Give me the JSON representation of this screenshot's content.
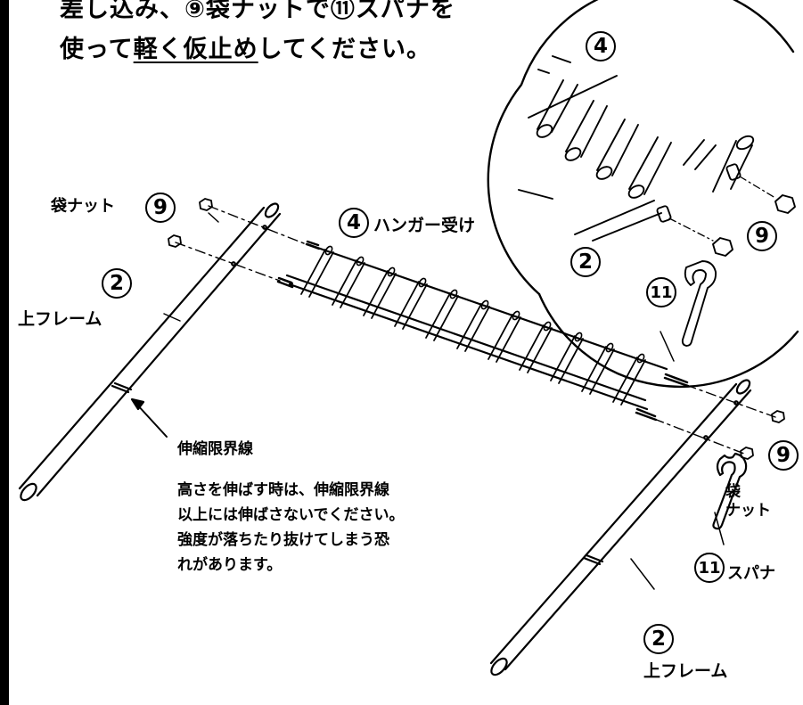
{
  "instruction": {
    "line1": "差し込み、⑨袋ナットで⑪スパナを",
    "line2_prefix": "使って",
    "line2_underlined": "軽く仮止め",
    "line2_suffix": "してください。"
  },
  "parts": {
    "nut_label": "袋ナット",
    "nut_no": "9",
    "frame_label": "上フレーム",
    "frame_no": "2",
    "hanger_label": "ハンガー受け",
    "hanger_no": "4",
    "wrench_label": "スパナ",
    "wrench_no": "11",
    "nut_label_v1": "袋",
    "nut_label_v2": "ナット"
  },
  "note": {
    "title": "伸縮限界線",
    "lines": [
      "高さを伸ばす時は、伸縮限界線",
      "以上には伸ばさないでください。",
      "強度が落ちたり抜けてしまう恐",
      "れがあります。"
    ]
  },
  "colors": {
    "ink": "#000000",
    "background": "#ffffff"
  }
}
